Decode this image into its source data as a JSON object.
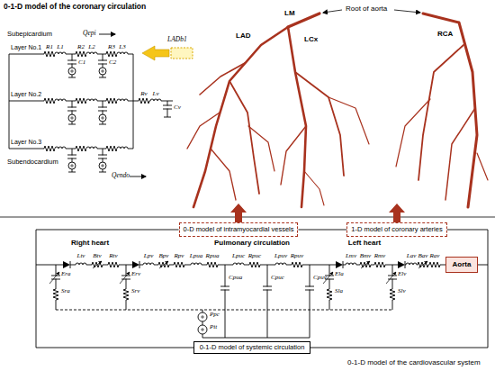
{
  "diagram": {
    "nodes": [
      {
        "text": [
          "0-D model of intramyocardial vessels"
        ]
      },
      {
        "text": [
          "1-D model of coronary arteries"
        ]
      },
      {
        "text": [
          "Aorta"
        ]
      },
      {
        "text": [
          "0-1-D model of systemic circulation"
        ]
      }
    ],
    "edges": [
      {
        "from": 0,
        "to": 1,
        "arrow": "none"
      },
      {
        "from": 2,
        "to": 3,
        "arrow": "none"
      }
    ],
    "labels": [
      "0-1-D model of the coronary circulation",
      "Subepicardium",
      "Layer No.1",
      "Layer No.2",
      "Layer No.3",
      "Subendocardium",
      "Qepi",
      "Qendo",
      "R1",
      "L1",
      "R2",
      "L2",
      "R3",
      "L3",
      "C1",
      "C2",
      "Rv",
      "Lv",
      "Cv",
      "LADb1",
      "LAD",
      "LM",
      "LCx",
      "Root of aorta",
      "RCA",
      "Right heart",
      "Pulmonary circulation",
      "Left heart",
      "Ltv",
      "Btv",
      "Rtv",
      "Lpv",
      "Bpv",
      "Rpv",
      "Lpua",
      "Rpua",
      "Lpuc",
      "Rpuc",
      "Lpuv",
      "Rpuv",
      "Lmv",
      "Bmv",
      "Rmv",
      "Lav",
      "Bav",
      "Rav",
      "Era",
      "Sra",
      "Erv",
      "Srv",
      "Cpua",
      "Cpuc",
      "Cpuv",
      "Ela",
      "Sla",
      "Elv",
      "Slv",
      "Ppc",
      "Pit",
      "0-1-D model of the cardiovascular system"
    ]
  }
}
